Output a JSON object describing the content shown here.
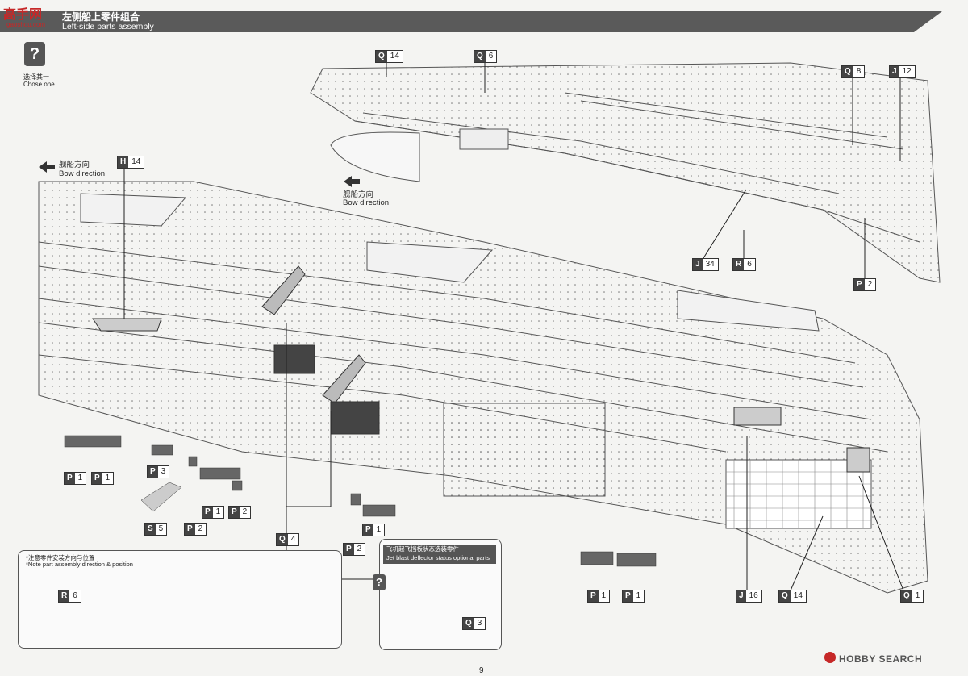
{
  "header": {
    "title_cn": "左侧船上零件组合",
    "title_en": "Left-side parts assembly",
    "site_logo": "高手网",
    "site_url": "gaoshou.com"
  },
  "choose_one": {
    "icon": "question-icon",
    "symbol": "?",
    "cn": "选择其一",
    "en": "Chose one"
  },
  "bow": [
    {
      "cn": "舰船方向",
      "en": "Bow direction"
    },
    {
      "cn": "舰船方向",
      "en": "Bow direction"
    }
  ],
  "labels": {
    "q14_top": {
      "letter": "Q",
      "num": "14"
    },
    "q6": {
      "letter": "Q",
      "num": "6"
    },
    "q8": {
      "letter": "Q",
      "num": "8"
    },
    "j12": {
      "letter": "J",
      "num": "12"
    },
    "h14": {
      "letter": "H",
      "num": "14"
    },
    "j34": {
      "letter": "J",
      "num": "34"
    },
    "r6_top": {
      "letter": "R",
      "num": "6"
    },
    "p2_right": {
      "letter": "P",
      "num": "2"
    },
    "p1_a": {
      "letter": "P",
      "num": "1"
    },
    "p1_b": {
      "letter": "P",
      "num": "1"
    },
    "p3": {
      "letter": "P",
      "num": "3"
    },
    "s5": {
      "letter": "S",
      "num": "5"
    },
    "p2_a": {
      "letter": "P",
      "num": "2"
    },
    "p1_c": {
      "letter": "P",
      "num": "1"
    },
    "p2_b": {
      "letter": "P",
      "num": "2"
    },
    "q4": {
      "letter": "Q",
      "num": "4"
    },
    "p1_d": {
      "letter": "P",
      "num": "1"
    },
    "p2_c": {
      "letter": "P",
      "num": "2"
    },
    "p1_e": {
      "letter": "P",
      "num": "1"
    },
    "p1_f": {
      "letter": "P",
      "num": "1"
    },
    "j16": {
      "letter": "J",
      "num": "16"
    },
    "q14_bottom": {
      "letter": "Q",
      "num": "14"
    },
    "q1": {
      "letter": "Q",
      "num": "1"
    },
    "r6_note": {
      "letter": "R",
      "num": "6"
    },
    "q3": {
      "letter": "Q",
      "num": "3"
    }
  },
  "note": {
    "cn": "*注意零件安装方向与位置",
    "en": "*Note part assembly direction & position"
  },
  "optional": {
    "cn": "飞机起飞挡板状态选装零件",
    "en": "Jet blast deflector status optional parts",
    "symbol": "?"
  },
  "page_number": "9",
  "watermark": "HOBBY SEARCH"
}
